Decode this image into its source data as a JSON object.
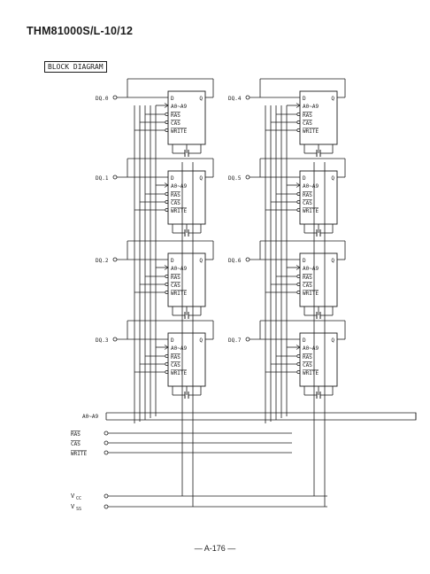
{
  "header": {
    "title": "THM81000S/L-10/12"
  },
  "section_label": "BLOCK DIAGRAM",
  "chips": {
    "pin_d": "D",
    "pin_q": "Q",
    "address_pins": "A0~A9",
    "ras_pin": "RAS",
    "cas_pin": "CAS",
    "write_pin": "WRITE"
  },
  "data_pins": [
    "DQ.0",
    "DQ.1",
    "DQ.2",
    "DQ.3",
    "DQ.4",
    "DQ.5",
    "DQ.6",
    "DQ.7"
  ],
  "bus_labels": {
    "address": "A0~A9",
    "ras": "RAS",
    "cas": "CAS",
    "write": "WRITE"
  },
  "power_labels": {
    "vcc": "V",
    "vcc_sub": "CC",
    "vss": "V",
    "vss_sub": "SS"
  },
  "footer": {
    "page_number": "— A-176 —"
  }
}
